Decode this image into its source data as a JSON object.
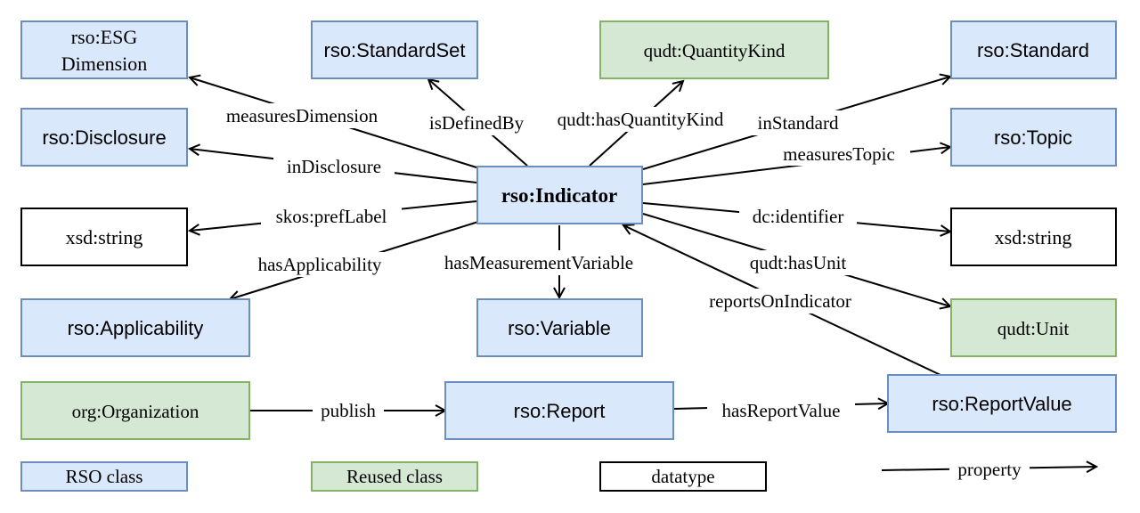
{
  "nodes": {
    "esg_dimension": {
      "line1": "rso:ESG",
      "line2": "Dimension",
      "kind": "rso"
    },
    "standard_set": {
      "label": "rso:StandardSet",
      "kind": "rso"
    },
    "quantity_kind": {
      "label": "qudt:QuantityKind",
      "kind": "reused"
    },
    "standard": {
      "label": "rso:Standard",
      "kind": "rso"
    },
    "disclosure": {
      "label": "rso:Disclosure",
      "kind": "rso"
    },
    "topic": {
      "label": "rso:Topic",
      "kind": "rso"
    },
    "indicator": {
      "label": "rso:Indicator",
      "kind": "rso"
    },
    "string_left": {
      "label": "xsd:string",
      "kind": "datatype"
    },
    "string_right": {
      "label": "xsd:string",
      "kind": "datatype"
    },
    "applicability": {
      "label": "rso:Applicability",
      "kind": "rso"
    },
    "variable": {
      "label": "rso:Variable",
      "kind": "rso"
    },
    "unit": {
      "label": "qudt:Unit",
      "kind": "reused"
    },
    "organization": {
      "label": "org:Organization",
      "kind": "reused"
    },
    "report": {
      "label": "rso:Report",
      "kind": "rso"
    },
    "report_value": {
      "label": "rso:ReportValue",
      "kind": "rso"
    }
  },
  "edges": {
    "measures_dimension": "measuresDimension",
    "is_defined_by": "isDefinedBy",
    "has_quantity_kind": "qudt:hasQuantityKind",
    "in_standard": "inStandard",
    "in_disclosure": "inDisclosure",
    "measures_topic": "measuresTopic",
    "pref_label": "skos:prefLabel",
    "identifier": "dc:identifier",
    "has_applicability": "hasApplicability",
    "has_measurement_variable": "hasMeasurementVariable",
    "has_unit": "qudt:hasUnit",
    "reports_on_indicator": "reportsOnIndicator",
    "publish": "publish",
    "has_report_value": "hasReportValue"
  },
  "legend": {
    "rso_class": "RSO class",
    "reused_class": "Reused class",
    "datatype": "datatype",
    "property": "property"
  },
  "colors": {
    "rso_fill": "#dae8fc",
    "rso_stroke": "#6c8ebf",
    "reused_fill": "#d5e8d4",
    "reused_stroke": "#82b366",
    "datatype_stroke": "#000000"
  }
}
